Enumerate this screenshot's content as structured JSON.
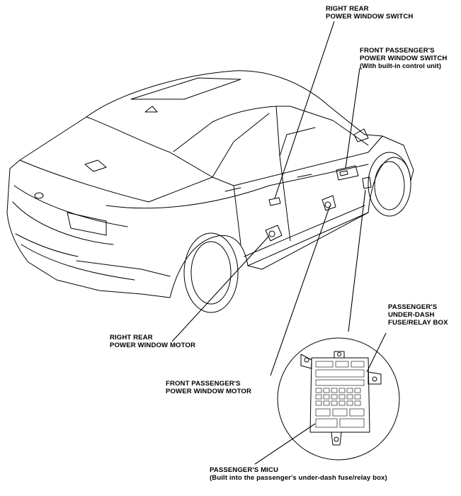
{
  "labels": {
    "right_rear_switch": [
      "RIGHT REAR",
      "POWER WINDOW SWITCH"
    ],
    "front_passenger_switch": [
      "FRONT PASSENGER'S",
      "POWER WINDOW SWITCH",
      "(With built-in control unit)"
    ],
    "fuse_box": [
      "PASSENGER'S",
      "UNDER-DASH",
      "FUSE/RELAY BOX"
    ],
    "right_rear_motor": [
      "RIGHT REAR",
      "POWER WINDOW MOTOR"
    ],
    "front_passenger_motor": [
      "FRONT PASSENGER'S",
      "POWER WINDOW MOTOR"
    ],
    "micu": [
      "PASSENGER'S MICU",
      "(Built into the passenger's under-dash fuse/relay box)"
    ]
  }
}
